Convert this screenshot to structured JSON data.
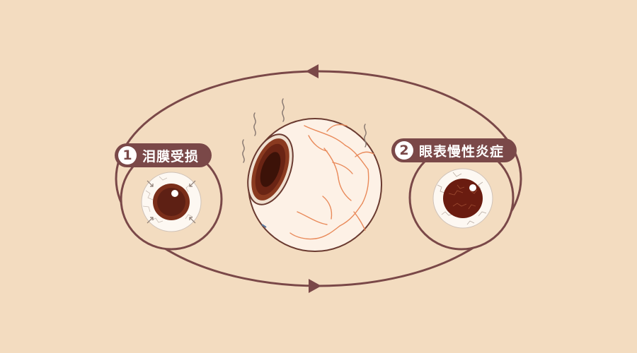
{
  "stages": [
    {
      "number": "1",
      "text": "泪膜受损"
    },
    {
      "number": "2",
      "text": "眼表慢性炎症"
    }
  ],
  "colors": {
    "background": "#f3dcc0",
    "accent": "#7a4848",
    "eye_white": "#fdf8f2",
    "iris": "#7a2e1a",
    "pupil": "#4a1a10",
    "veins": "#e98a5a"
  },
  "icons": {
    "cycle_arrow_top": "arrow-left-icon",
    "cycle_arrow_bottom": "arrow-right-icon"
  }
}
